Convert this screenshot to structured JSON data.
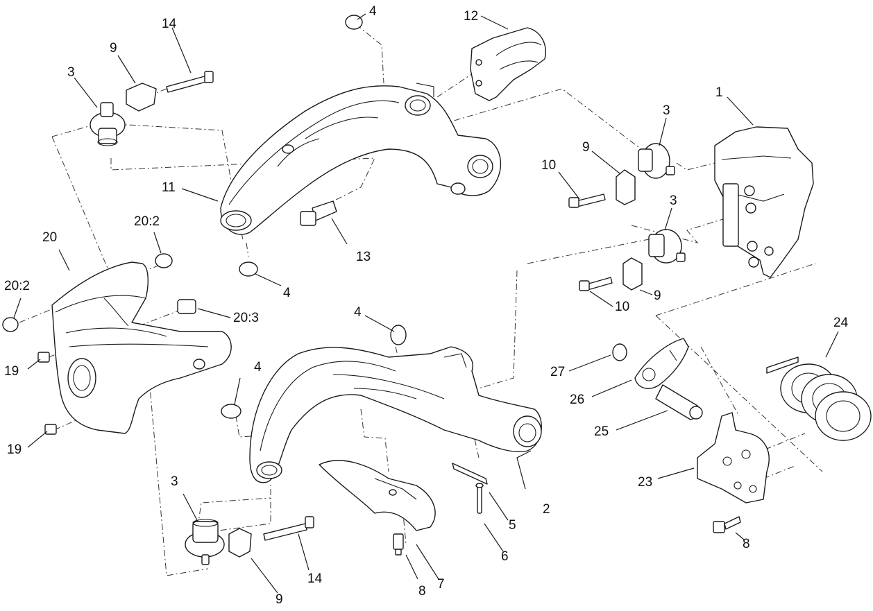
{
  "callouts": {
    "c1": "1",
    "c2": "2",
    "c3a": "3",
    "c3b": "3",
    "c3c": "3",
    "c3d": "3",
    "c4a": "4",
    "c4b": "4",
    "c4c": "4",
    "c4d": "4",
    "c5": "5",
    "c6": "6",
    "c7": "7",
    "c8a": "8",
    "c8b": "8",
    "c9a": "9",
    "c9b": "9",
    "c9c": "9",
    "c9d": "9",
    "c10a": "10",
    "c10b": "10",
    "c11": "11",
    "c12": "12",
    "c13": "13",
    "c14a": "14",
    "c14b": "14",
    "c19a": "19",
    "c19b": "19",
    "c20": "20",
    "c20_2a": "20:2",
    "c20_2b": "20:2",
    "c20_3": "20:3",
    "c23": "23",
    "c24": "24",
    "c25": "25",
    "c26": "26",
    "c27": "27"
  },
  "colors": {
    "line": "#1a1a1a",
    "background": "#ffffff"
  }
}
